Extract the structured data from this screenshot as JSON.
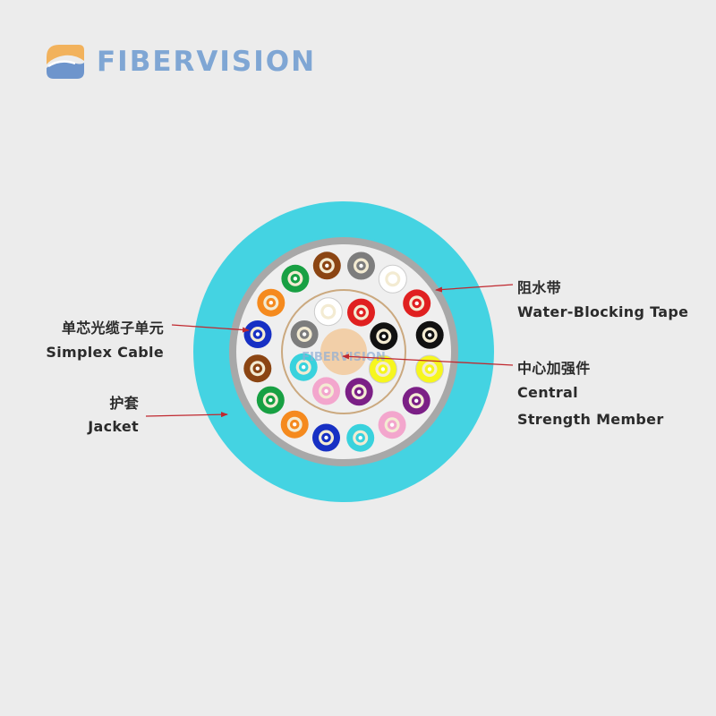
{
  "brand": {
    "name": "FIBERVISION",
    "watermark": "FIBERVISION",
    "logo_colors": {
      "orange": "#f2b25c",
      "blue": "#6e95cc"
    }
  },
  "labels": {
    "water_blocking_tape_cn": "阻水带",
    "water_blocking_tape_en": "Water-Blocking Tape",
    "simplex_cable_cn": "单芯光缆子单元",
    "simplex_cable_en": "Simplex Cable",
    "central_member_cn": "中心加强件",
    "central_member_en_1": "Central",
    "central_member_en_2": "Strength Member",
    "jacket_cn": "护套",
    "jacket_en": "Jacket"
  },
  "colors": {
    "background": "#ececec",
    "jacket": "#44d3e2",
    "tape": "#a8a8a8",
    "filler": "#efefef",
    "central_member": "#f2cfa8",
    "binder": "#cba97f",
    "arrow": "#c0282f"
  },
  "units": {
    "outer_ring": [
      "brown",
      "grey",
      "white",
      "red",
      "black",
      "yellow",
      "violet",
      "rose",
      "aqua",
      "blue",
      "orange",
      "green",
      "brown",
      "blue",
      "orange",
      "green"
    ],
    "inner_ring": [
      "white",
      "red",
      "black",
      "yellow",
      "violet",
      "rose",
      "aqua",
      "grey"
    ]
  },
  "fiber_palette": {
    "blue": "#1730c4",
    "orange": "#f58a1e",
    "green": "#18a043",
    "brown": "#8b4513",
    "grey": "#7d7d7d",
    "white": "#ffffff",
    "red": "#e02020",
    "black": "#111111",
    "yellow": "#f6f61e",
    "violet": "#7b1f86",
    "rose": "#f3a6cd",
    "aqua": "#39d2dd"
  }
}
